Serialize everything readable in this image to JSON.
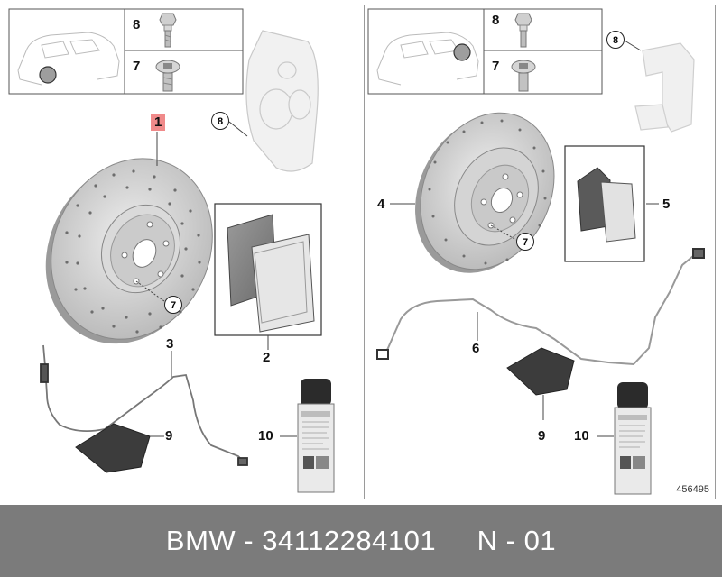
{
  "left_panel": {
    "part_labels": {
      "p1": "1",
      "p2": "2",
      "p3": "3",
      "p7_top": "7",
      "p7_disc": "7",
      "p8_top": "8",
      "p8_caliper": "8",
      "p9": "9",
      "p10": "10"
    }
  },
  "right_panel": {
    "part_labels": {
      "p4": "4",
      "p5": "5",
      "p6": "6",
      "p7_top": "7",
      "p7_disc": "7",
      "p8_top": "8",
      "p8_carrier": "8",
      "p9": "9",
      "p10": "10"
    },
    "document_number": "456495"
  },
  "footer": {
    "text": "BMW - 34112284101     N - 01"
  },
  "colors": {
    "highlight": "#f08a8a",
    "footer_bg": "#7b7b7b",
    "footer_text": "#ffffff"
  }
}
